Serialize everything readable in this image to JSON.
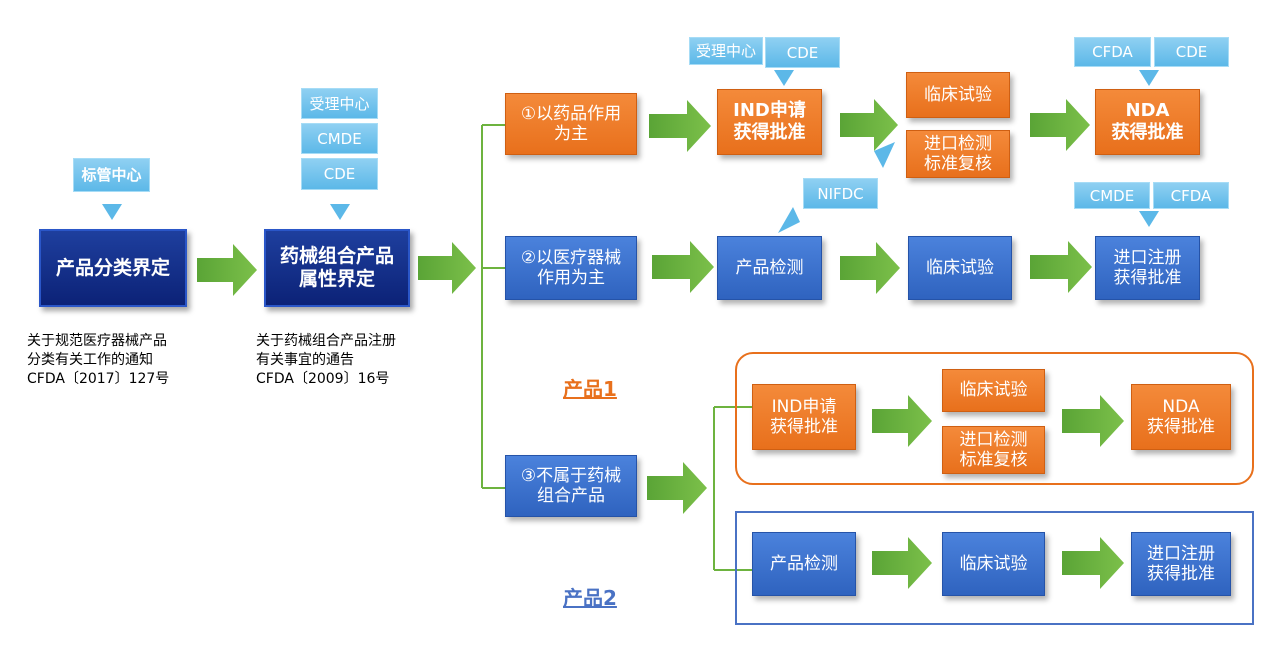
{
  "colors": {
    "navy": "#0c2277",
    "orange": "#e8701c",
    "blue": "#2f63bf",
    "light": "#5cb8e8",
    "arrow": "#6db33f",
    "line": "#6db33f",
    "orange_frame": "#e8701c",
    "blue_frame": "#4a72c4"
  },
  "step1": {
    "tag": "标管中心",
    "title": "产品分类界定",
    "note": "关于规范医疗器械产品\n分类有关工作的通知\nCFDA〔2017〕127号"
  },
  "step2": {
    "tags": [
      "受理中心",
      "CMDE",
      "CDE"
    ],
    "title": "药械组合产品\n属性界定",
    "note": "关于药械组合产品注册\n有关事宜的通告\nCFDA〔2009〕16号"
  },
  "branch1": {
    "title": "①以药品作用\n为主",
    "ind_tags": [
      "受理中心",
      "CDE"
    ],
    "ind": "IND申请\n获得批准",
    "clinical": "临床试验",
    "import_test": "进口检测\n标准复核",
    "nifdc": "NIFDC",
    "nda_tags": [
      "CFDA",
      "CDE"
    ],
    "nda": "NDA\n获得批准"
  },
  "branch2": {
    "title": "②以医疗器械\n作用为主",
    "test": "产品检测",
    "clinical": "临床试验",
    "reg_tags": [
      "CMDE",
      "CFDA"
    ],
    "reg": "进口注册\n获得批准"
  },
  "branch3": {
    "title": "③不属于药械\n组合产品"
  },
  "product1": {
    "label": "产品1",
    "ind": "IND申请\n获得批准",
    "clinical": "临床试验",
    "import_test": "进口检测\n标准复核",
    "nda": "NDA\n获得批准"
  },
  "product2": {
    "label": "产品2",
    "test": "产品检测",
    "clinical": "临床试验",
    "reg": "进口注册\n获得批准"
  }
}
